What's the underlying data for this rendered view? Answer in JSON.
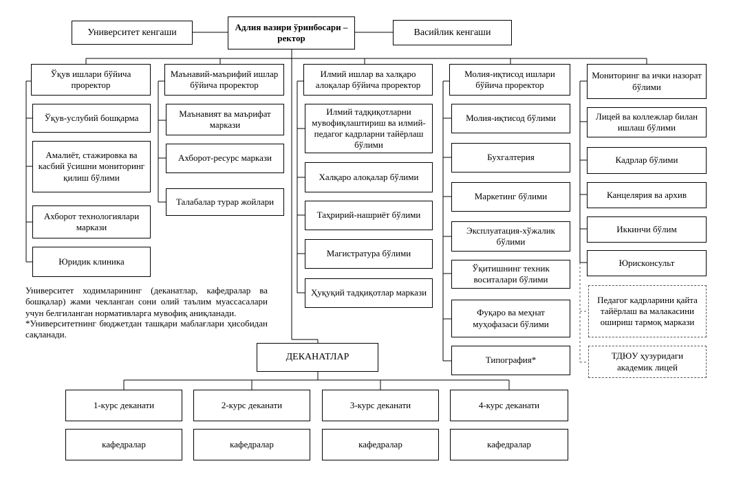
{
  "top": {
    "rector": "Адлия вазири ўринбосари – ректор",
    "university_council": "Университет кенгаши",
    "trustee_council": "Васийлик кенгаши"
  },
  "col1": {
    "head": "Ўқув ишлари бўйича проректор",
    "items": [
      "Ўқув-услубий бошқарма",
      "Амалиёт, стажировка ва касбий ўсишни мониторинг қилиш бўлими",
      "Ахборот технологиялари маркази",
      "Юридик клиника"
    ]
  },
  "col2": {
    "head": "Маънавий-маърифий ишлар бўйича проректор",
    "items": [
      "Маънавият ва маърифат маркази",
      "Ахборот-ресурс маркази",
      "Талабалар турар жойлари"
    ]
  },
  "col3": {
    "head": "Илмий ишлар ва халқаро алоқалар бўйича проректор",
    "items": [
      "Илмий тадқиқотларни мувофиқлаштириш ва илмий-педагог кадрларни тайёрлаш бўлими",
      "Халқаро алоқалар бўлими",
      "Таҳририй-нашриёт бўлими",
      "Магистратура бўлими",
      "Ҳуқуқий тадқиқотлар маркази"
    ]
  },
  "col4": {
    "head": "Молия-иқтисод ишлари бўйича проректор",
    "items": [
      "Молия-иқтисод бўлими",
      "Бухгалтерия",
      "Маркетинг бўлими",
      "Эксплуатация-хўжалик бўлими",
      "Ўқитишнинг техник воситалари бўлими",
      "Фуқаро ва меҳнат муҳофазаси бўлими",
      "Типография*"
    ]
  },
  "col5": {
    "items": [
      "Мониторинг ва ички назорат бўлими",
      "Лицей ва коллежлар билан ишлаш бўлими",
      "Кадрлар бўлими",
      "Канцелярия ва архив",
      "Иккинчи бўлим",
      "Юрисконсульт"
    ],
    "dashed": [
      "Педагог кадрларини қайта тайёрлаш ва малакасини ошириш тармоқ маркази",
      "ТДЮУ ҳузуридаги академик лицей"
    ]
  },
  "deans": {
    "head": "ДЕКАНАТЛАР",
    "courses": [
      "1-курс деканати",
      "2-курс деканати",
      "3-курс деканати",
      "4-курс деканати"
    ],
    "departments": [
      "кафедралар",
      "кафедралар",
      "кафедралар",
      "кафедралар"
    ]
  },
  "notes": {
    "note1": "Университет ходимларининг (деканатлар, кафедралар ва бошқалар) жами чекланган сони олий таълим муассасалари учун белгиланган нормативларга мувофиқ аниқланади.",
    "note2": "*Университетнинг бюджетдан ташқари маблағлари ҳисобидан сақланади."
  }
}
